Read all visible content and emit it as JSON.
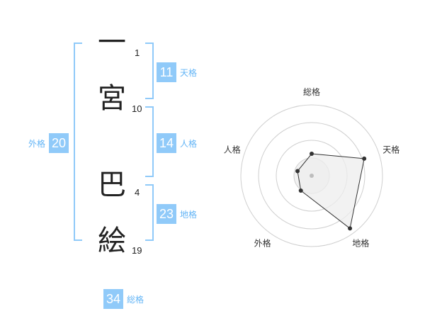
{
  "name": {
    "chars": [
      {
        "char": "一",
        "strokes": "1"
      },
      {
        "char": "宮",
        "strokes": "10"
      },
      {
        "char": "巴",
        "strokes": "4"
      },
      {
        "char": "絵",
        "strokes": "19"
      }
    ]
  },
  "kakusu": {
    "tenkaku": {
      "value": "11",
      "label": "天格"
    },
    "jinkaku": {
      "value": "14",
      "label": "人格"
    },
    "chikaku": {
      "value": "23",
      "label": "地格"
    },
    "gaikaku": {
      "value": "20",
      "label": "外格"
    },
    "soukaku": {
      "value": "34",
      "label": "総格"
    }
  },
  "colors": {
    "accent": "#90caf9",
    "accent_text": "#64b5f6",
    "radar_fill": "#eeeeee",
    "radar_line": "#333333"
  },
  "chart_data": {
    "type": "radar",
    "axes": [
      "総格",
      "天格",
      "地格",
      "外格",
      "人格"
    ],
    "rings": 4,
    "values": [
      0.31,
      0.78,
      0.92,
      0.26,
      0.21
    ],
    "range": [
      0,
      1
    ]
  }
}
